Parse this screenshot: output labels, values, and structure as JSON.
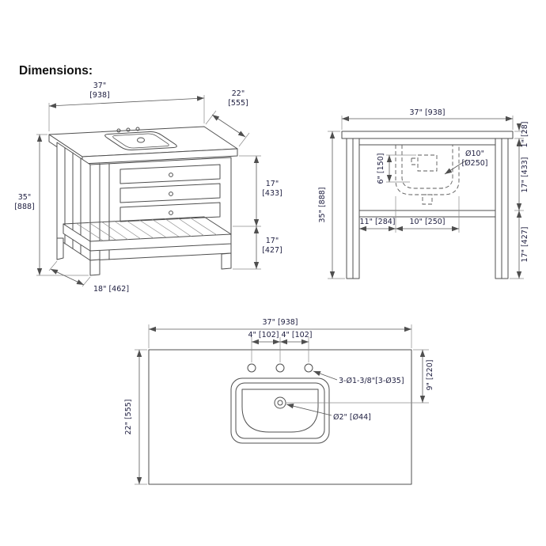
{
  "title": "Dimensions:",
  "colors": {
    "background": "#ffffff",
    "object_line": "#4f4f4f",
    "dimension_line": "#5a5a5a",
    "dimension_text": "#1d1d3f"
  },
  "views": {
    "isometric": {
      "name": "isometric vanity view",
      "dims": {
        "width": {
          "in": "37\"",
          "mm": "[938]"
        },
        "depth": {
          "in": "22\"",
          "mm": "[555]"
        },
        "height": {
          "in": "35\"",
          "mm": "[888]"
        },
        "upper_section": {
          "in": "17\"",
          "mm": "[433]"
        },
        "lower_section": {
          "in": "17\"",
          "mm": "[427]"
        },
        "shelf_depth": "18\" [462]"
      }
    },
    "front": {
      "name": "front elevation view",
      "dims": {
        "width": "37\" [938]",
        "counter_thickness": "1\" [28]",
        "bowl_diameter": {
          "line1": "Ø10\"",
          "line2": "[Ø250]"
        },
        "bowl_depth": "6\" [150]",
        "upper_section": "17\" [433]",
        "lower_section": "17\" [427]",
        "height": "35\" [888]",
        "left_offset": "11\" [284]",
        "bowl_width": "10\" [250]"
      }
    },
    "top": {
      "name": "countertop top view",
      "dims": {
        "width": "37\" [938]",
        "hole_spacing_left": "4\" [102]",
        "hole_spacing_right": "4\" [102]",
        "holes_callout": "3-Ø1-3/8\"[3-Ø35]",
        "drain_offset": "9\" [220]",
        "depth": "22\" [555]",
        "drain_diameter": "Ø2\" [Ø44]"
      }
    }
  }
}
